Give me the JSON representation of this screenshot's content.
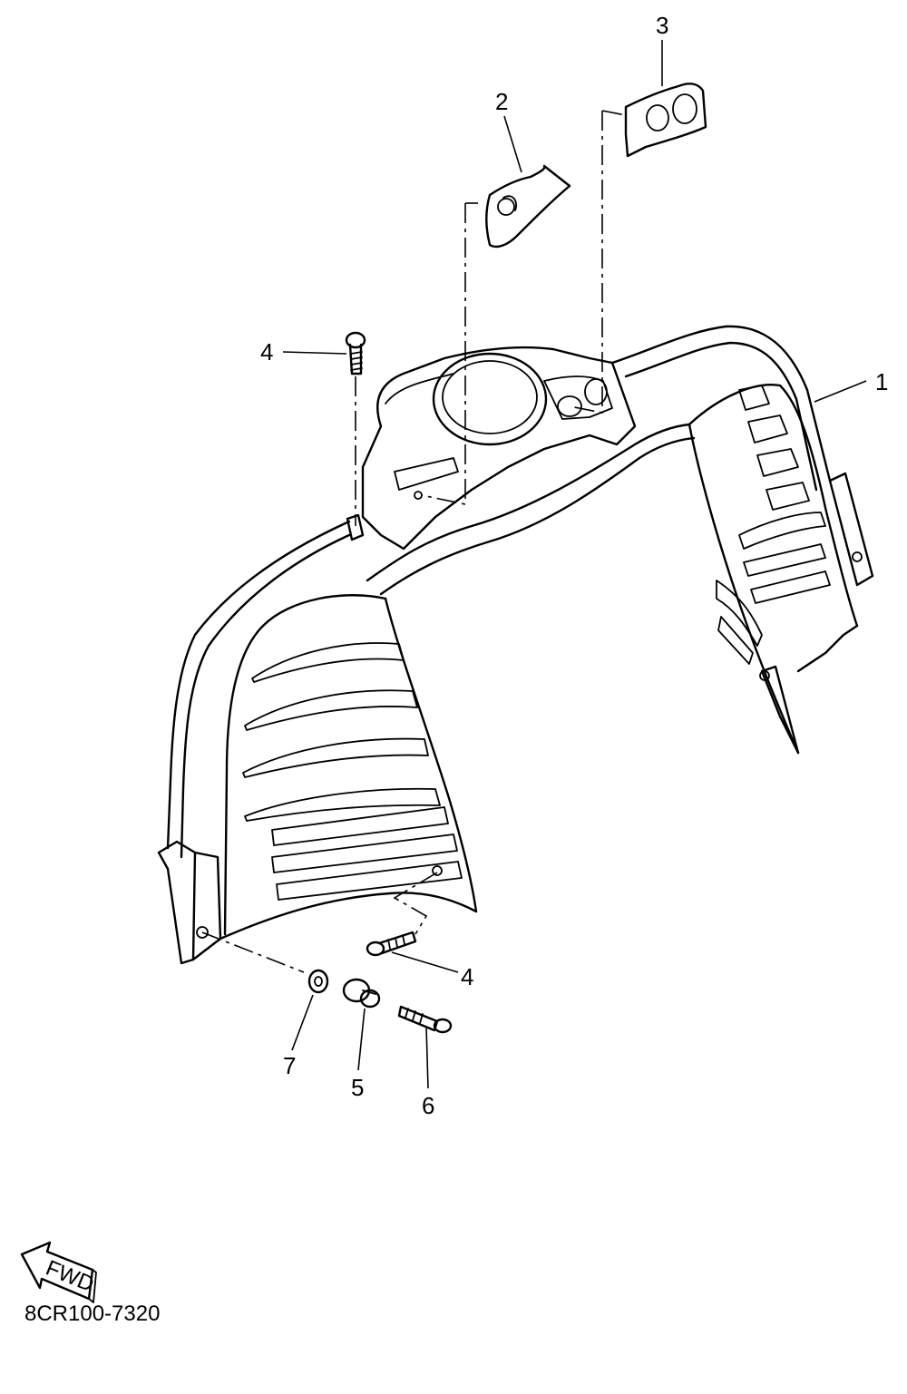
{
  "diagram": {
    "callouts": [
      {
        "id": "1",
        "label": "1"
      },
      {
        "id": "2",
        "label": "2"
      },
      {
        "id": "3",
        "label": "3"
      },
      {
        "id": "4a",
        "label": "4"
      },
      {
        "id": "4b",
        "label": "4"
      },
      {
        "id": "5",
        "label": "5"
      },
      {
        "id": "6",
        "label": "6"
      },
      {
        "id": "7",
        "label": "7"
      }
    ],
    "fwd_label": "FWD",
    "diagram_code": "8CR100-7320",
    "icons": [
      "fwd-arrow-icon"
    ]
  }
}
